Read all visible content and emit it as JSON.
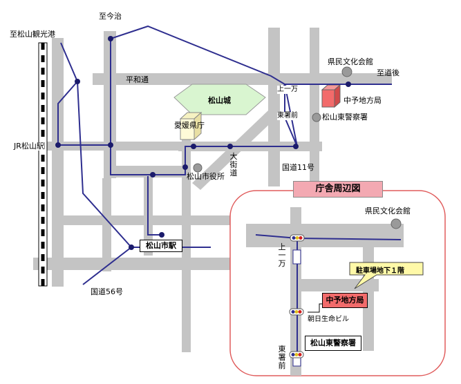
{
  "labels": {
    "shi_imaji": "至今治",
    "shi_matsuyama_port": "至松山観光港",
    "heiwa_dori": "平和通",
    "matsuyama_castle": "松山城",
    "ehime_pref_office": "愛媛県庁",
    "jr_matsuyama_sta": "JR松山駅",
    "okaido": "大街道",
    "city_hall": "松山市役所",
    "kenmin_bunka_main": "県民文化会館",
    "shi_dogo": "至道後",
    "kamiichiman": "上一万",
    "higashi_shomae": "東署前",
    "chuyo_office_main": "中予地方局",
    "higashi_police_main": "松山東警察署",
    "route11": "国道11号",
    "matsuyama_city_sta": "松山市駅",
    "route56": "国道56号"
  },
  "inset": {
    "title": "庁舎周辺図",
    "kenmin_bunka": "県民文化会館",
    "kamiichiman": "上一万",
    "parking": "駐車場地下１階",
    "chuyo_office": "中予地方局",
    "asahi_building": "朝日生命ビル",
    "higashi_police": "松山東警察署",
    "higashi_shomae": "東署前"
  },
  "colors": {
    "road": "#c4c4c4",
    "tram": "#2e2e8f",
    "office": "#f26b6b",
    "castle": "#d9f5d0",
    "inset_border": "#e05b5b",
    "inset_title": "#f3a9b2",
    "callout": "#fff9a8"
  }
}
